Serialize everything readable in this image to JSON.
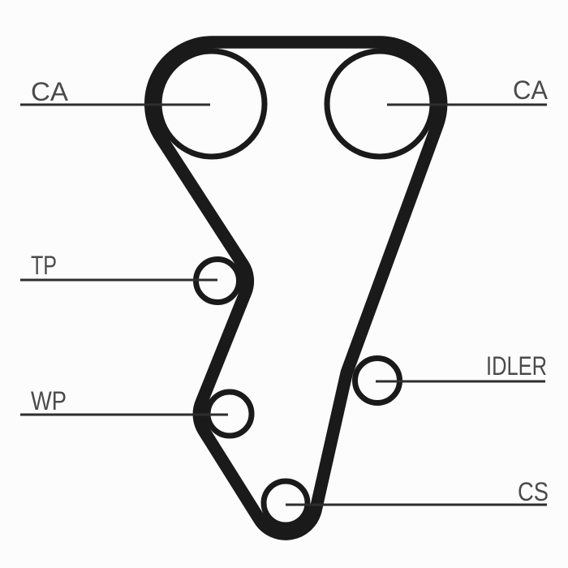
{
  "colors": {
    "background": "#fcfcfc",
    "belt": "#1a1a1a",
    "pulley": "#1a1a1a",
    "leader": "#2e2e2e",
    "text": "#4a4a4a"
  },
  "diagram": {
    "type": "timing-belt-routing"
  },
  "pulleys": [
    {
      "id": "ca-left",
      "label": "CA"
    },
    {
      "id": "ca-right",
      "label": "CA"
    },
    {
      "id": "tp",
      "label": "TP"
    },
    {
      "id": "wp",
      "label": "WP"
    },
    {
      "id": "idler",
      "label": "IDLER"
    },
    {
      "id": "cs",
      "label": "CS"
    }
  ]
}
